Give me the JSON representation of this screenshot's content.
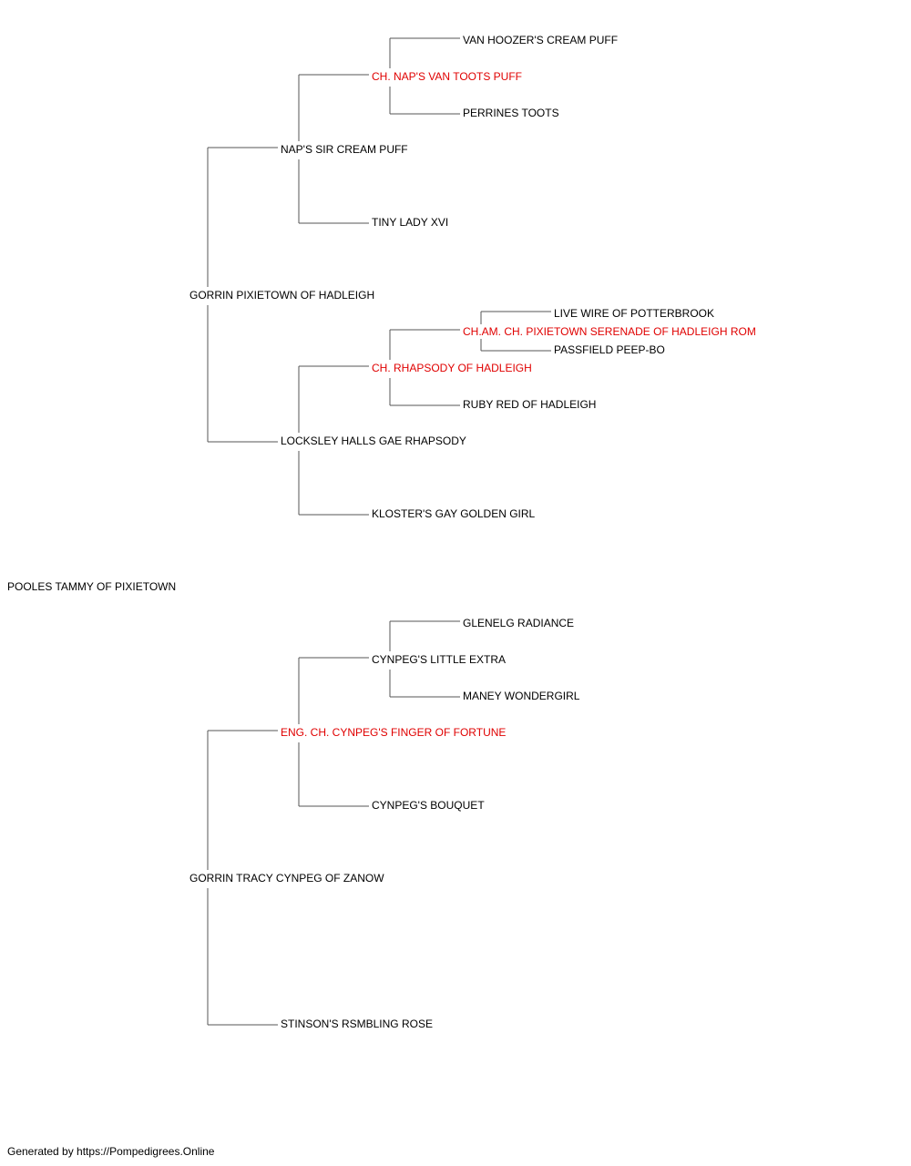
{
  "colors": {
    "line": "#555555",
    "text": "#000000",
    "champion": "#e00000",
    "background": "#ffffff"
  },
  "subject": {
    "id": "subject",
    "name": "POOLES TAMMY OF PIXIETOWN",
    "champion": false
  },
  "ancestors": [
    {
      "id": "sire",
      "name": "GORRIN PIXIETOWN OF HADLEIGH",
      "champion": false
    },
    {
      "id": "sire-sire",
      "name": "NAP'S SIR CREAM PUFF",
      "champion": false
    },
    {
      "id": "sire-sire-sire",
      "name": "CH. NAP'S VAN TOOTS PUFF",
      "champion": true
    },
    {
      "id": "sire-sire-sire-sire",
      "name": "VAN HOOZER'S CREAM PUFF",
      "champion": false
    },
    {
      "id": "sire-sire-sire-dam",
      "name": "PERRINES TOOTS",
      "champion": false
    },
    {
      "id": "sire-sire-dam",
      "name": "TINY LADY XVI",
      "champion": false
    },
    {
      "id": "sire-dam",
      "name": "LOCKSLEY HALLS GAE RHAPSODY",
      "champion": false
    },
    {
      "id": "sire-dam-sire",
      "name": "CH. RHAPSODY OF HADLEIGH",
      "champion": true
    },
    {
      "id": "sire-dam-sire-sire",
      "name": "CH.AM. CH. PIXIETOWN SERENADE OF HADLEIGH ROM",
      "champion": true
    },
    {
      "id": "sire-dam-sire-sire-sire",
      "name": "LIVE WIRE OF POTTERBROOK",
      "champion": false
    },
    {
      "id": "sire-dam-sire-sire-dam",
      "name": "PASSFIELD PEEP-BO",
      "champion": false
    },
    {
      "id": "sire-dam-sire-dam",
      "name": "RUBY RED OF HADLEIGH",
      "champion": false
    },
    {
      "id": "sire-dam-dam",
      "name": "KLOSTER'S GAY GOLDEN GIRL",
      "champion": false
    },
    {
      "id": "dam",
      "name": "GORRIN TRACY CYNPEG OF ZANOW",
      "champion": false
    },
    {
      "id": "dam-sire",
      "name": "ENG. CH. CYNPEG'S FINGER OF FORTUNE",
      "champion": true
    },
    {
      "id": "dam-sire-sire",
      "name": "CYNPEG'S LITTLE EXTRA",
      "champion": false
    },
    {
      "id": "dam-sire-sire-sire",
      "name": "GLENELG RADIANCE",
      "champion": false
    },
    {
      "id": "dam-sire-sire-dam",
      "name": "MANEY WONDERGIRL",
      "champion": false
    },
    {
      "id": "dam-sire-dam",
      "name": "CYNPEG'S BOUQUET",
      "champion": false
    },
    {
      "id": "dam-dam",
      "name": "STINSON'S RSMBLING ROSE",
      "champion": false
    }
  ],
  "footer": {
    "text": "Generated by https://Pompedigrees.Online"
  }
}
